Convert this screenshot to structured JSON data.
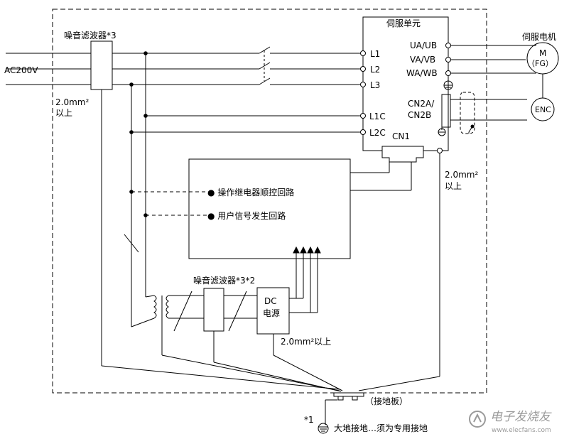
{
  "labels": {
    "noise_filter_top": "噪音滤波器*3",
    "ac_input": "AC200V",
    "wire_2mm_left": "2.0mm²",
    "wire_2mm_left_2": "以上",
    "servo_unit": "伺服单元",
    "servo_motor": "伺服电机",
    "terminal_l1": "L1",
    "terminal_l2": "L2",
    "terminal_l3": "L3",
    "terminal_l1c": "L1C",
    "terminal_l2c": "L2C",
    "terminal_ua_ub": "UA/UB",
    "terminal_va_vb": "VA/VB",
    "terminal_wa_wb": "WA/WB",
    "cn2_line1": "CN2A/",
    "cn2_line2": "CN2B",
    "cn1": "CN1",
    "motor_m": "M",
    "motor_fg": "（FG）",
    "encoder": "ENC",
    "wire_2mm_right": "2.0mm²",
    "wire_2mm_right_2": "以上",
    "relay_circuit": "● 操作继电器顺控回路",
    "user_signal_circuit": "● 用户信号发生回路",
    "noise_filter_bottom": "噪音滤波器*3*2",
    "dc_line1": "DC",
    "dc_line2": "电源",
    "wire_2mm_bottom": "2.0mm²以上",
    "ground_plate": "（接地板）",
    "note_star1": "*1",
    "earth_ground": "大地接地…须为专用接地"
  },
  "watermark": {
    "logo_text": "电子发烧友",
    "url": "www.elecfans.com"
  },
  "colors": {
    "line": "#000000",
    "background": "#ffffff",
    "watermark": "#9a9a9a"
  }
}
